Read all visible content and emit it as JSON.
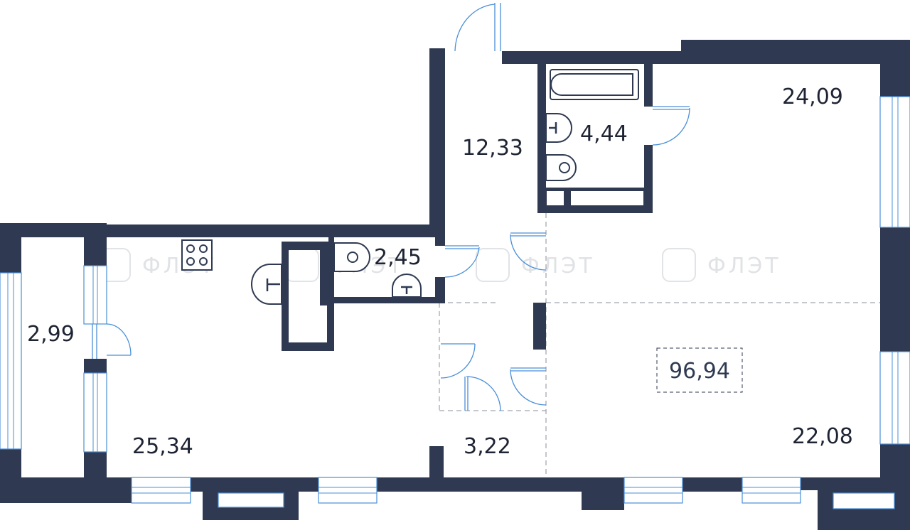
{
  "rooms": [
    {
      "id": "living",
      "area": "24,09"
    },
    {
      "id": "hall",
      "area": "12,33"
    },
    {
      "id": "bathroom",
      "area": "4,44"
    },
    {
      "id": "wc",
      "area": "2,45"
    },
    {
      "id": "balcony",
      "area": "2,99"
    },
    {
      "id": "kitchen",
      "area": "25,34"
    },
    {
      "id": "storage",
      "area": "3,22"
    },
    {
      "id": "bedroom",
      "area": "22,08"
    }
  ],
  "total_area": "96,94",
  "watermark": "ФЛЭТ",
  "colors": {
    "wall": "#2f3a52",
    "window": "#4a8fd8",
    "text": "#1e2433"
  }
}
